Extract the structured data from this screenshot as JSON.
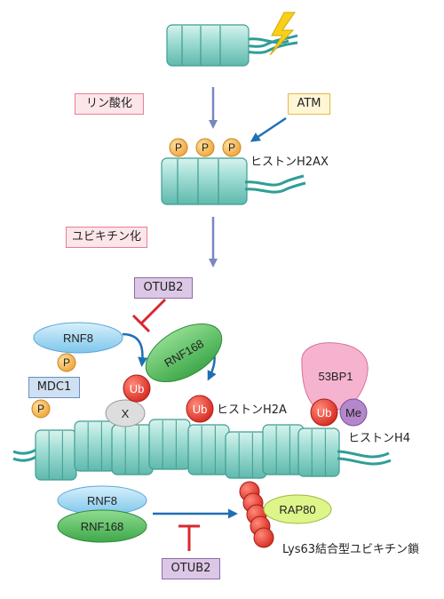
{
  "title": "",
  "step_labels": {
    "phosphorylation": "リン酸化",
    "ubiquitination": "ユビキチン化"
  },
  "kinase": "ATM",
  "phospho_mark": "P",
  "histones": {
    "h2ax": "ヒストンH2AX",
    "h2a": "ヒストンH2A",
    "h4": "ヒストンH4"
  },
  "proteins": {
    "otub2_top": "OTUB2",
    "otub2_bottom": "OTUB2",
    "rnf8_top": "RNF8",
    "rnf168_top": "RNF168",
    "mdc1": "MDC1",
    "x": "X",
    "ub": "Ub",
    "bp53": "53BP1",
    "me": "Me",
    "rnf8_bottom": "RNF8",
    "rnf168_bottom": "RNF168",
    "rap80": "RAP80"
  },
  "chain_label": "Lys63結合型ユビキチン鎖",
  "colors": {
    "nucleosome": "#9fdcd2",
    "nucleosome_stroke": "#3f9c92",
    "dna": "#2f9e96",
    "arrow_gray": "#7a86c0",
    "arrow_blue": "#1f6fb3",
    "inhibit_red": "#d8282f",
    "phospho": "#f5b548",
    "ub": "#e8382e",
    "rnf8": "#8fd0f0",
    "rnf168": "#5cb85c",
    "x": "#d8d8d8",
    "bp53": "#f3a6c8",
    "me": "#a97cc2",
    "rap80": "#d8f07a",
    "lightning": "#f7d117"
  }
}
